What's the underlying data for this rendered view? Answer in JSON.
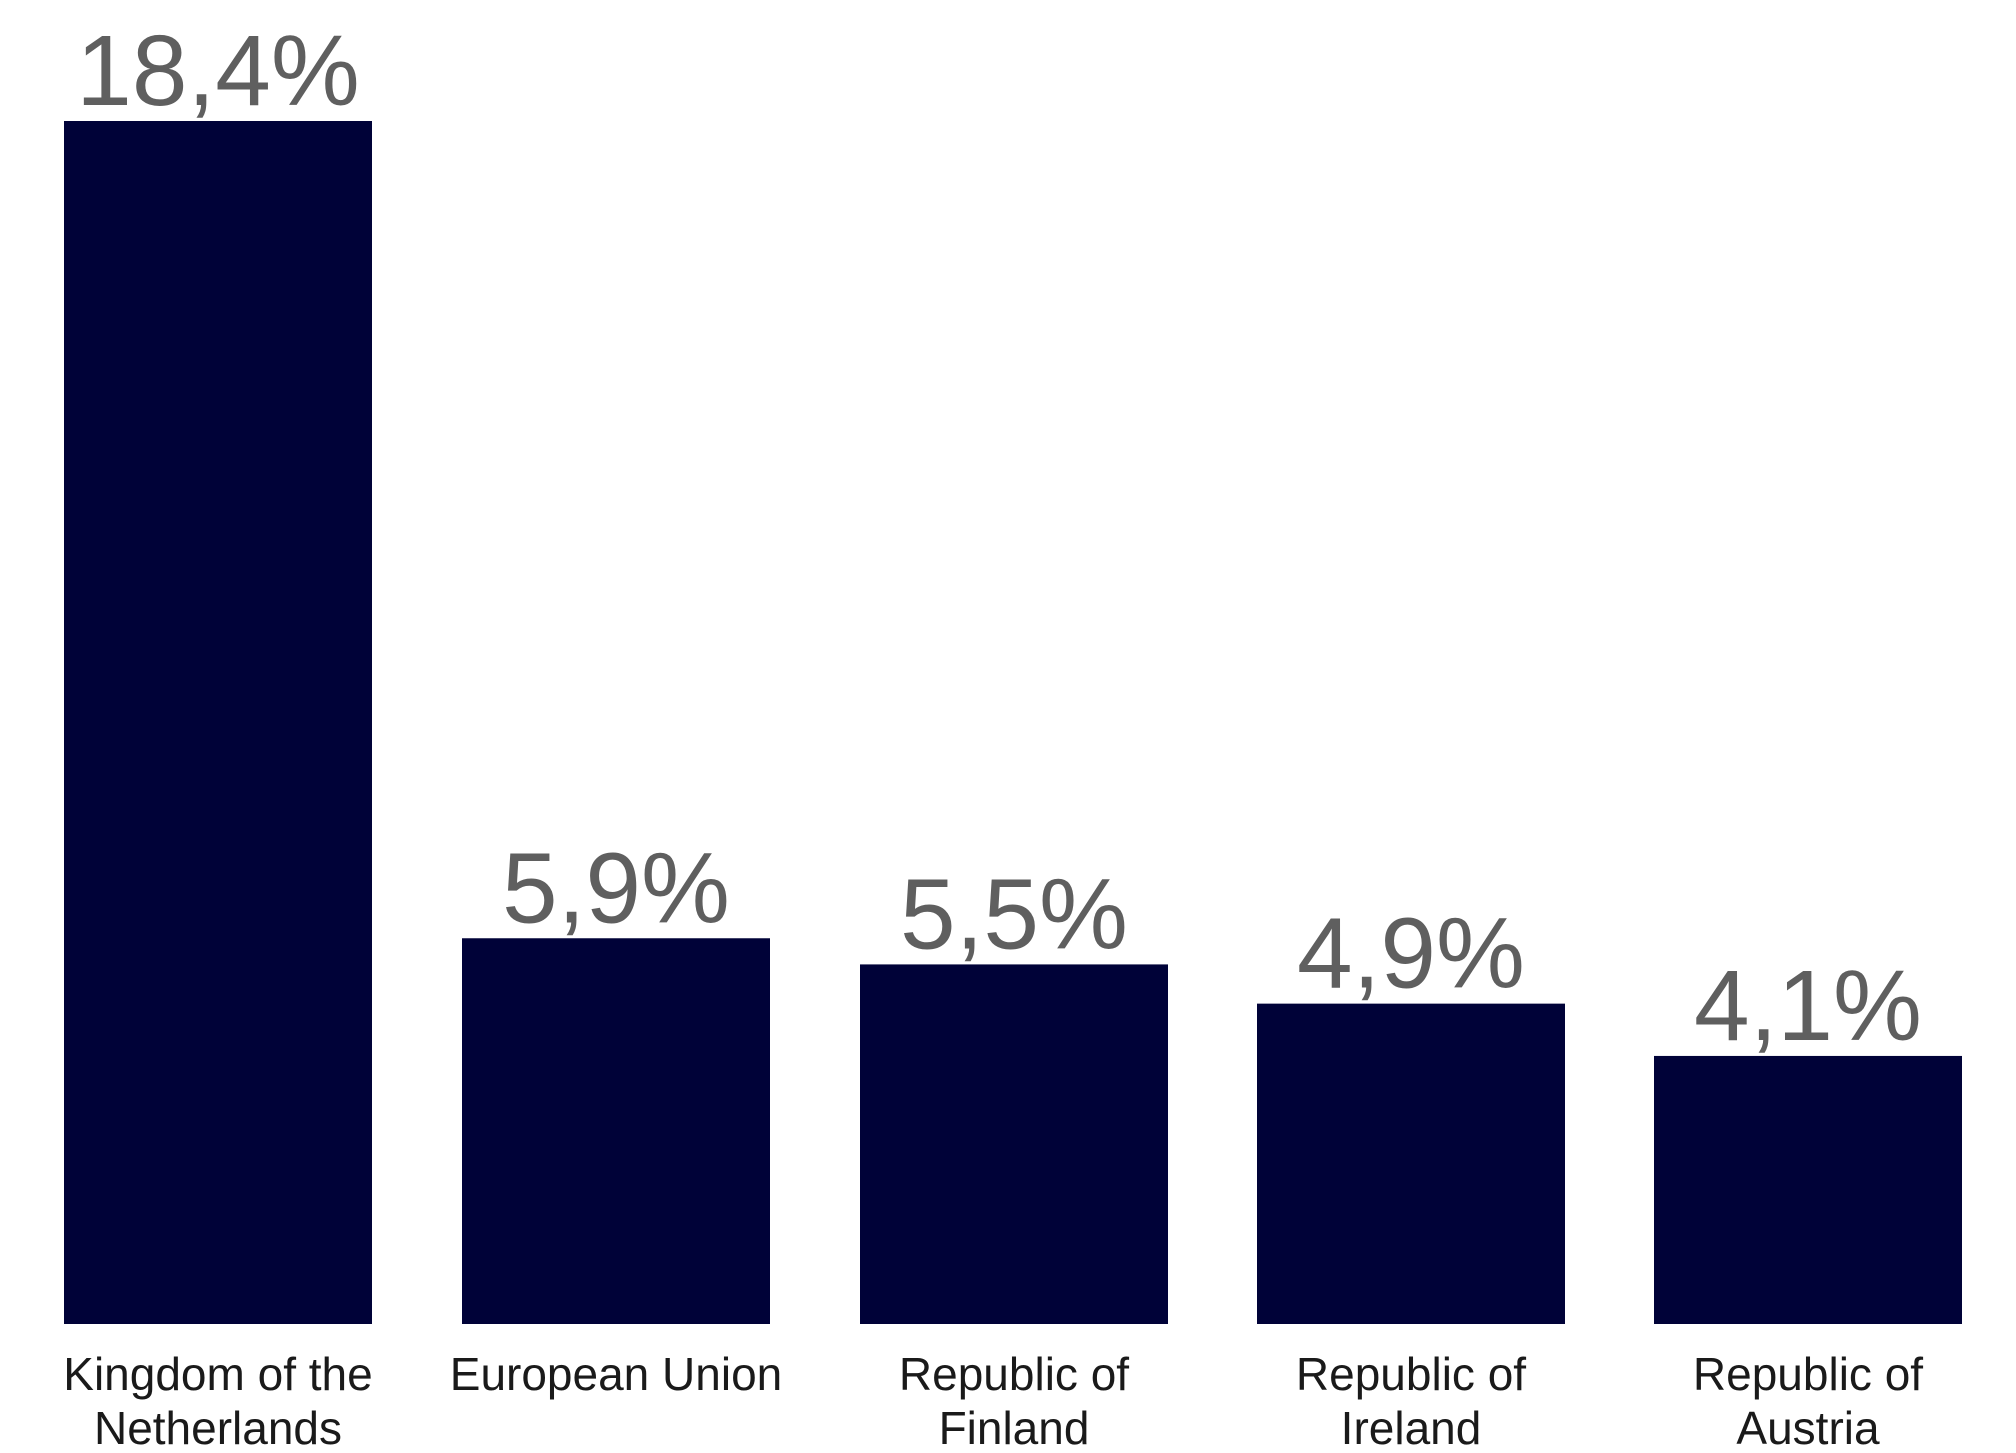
{
  "chart_data": {
    "type": "bar",
    "categories": [
      [
        "Kingdom of the",
        "Netherlands"
      ],
      [
        "European Union"
      ],
      [
        "Republic of",
        "Finland"
      ],
      [
        "Republic of",
        "Ireland"
      ],
      [
        "Republic of",
        "Austria"
      ]
    ],
    "values": [
      18.4,
      5.9,
      5.5,
      4.9,
      4.1
    ],
    "data_labels": [
      "18,4%",
      "5,9%",
      "5,5%",
      "4,9%",
      "4,1%"
    ],
    "ylim": [
      0,
      18.4
    ],
    "grid": false,
    "legend": "none",
    "bar_color": "#000238",
    "label_color": "#5f5f5f",
    "category_color": "#1a1a1a",
    "background": "#ffffff"
  }
}
